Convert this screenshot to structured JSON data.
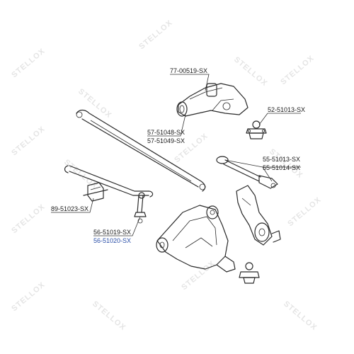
{
  "watermark": "STELLOX",
  "colors": {
    "line": "#2b2b2b",
    "text": "#1a1a1a",
    "link": "#2a4fa8"
  },
  "callouts": {
    "c1": "77-00519-SX",
    "c2": "52-51013-SX",
    "c3": "57-51048-SX",
    "c4": "57-51049-SX",
    "c5": "55-51013-SX",
    "c6": "55-51014-SX",
    "c7": "89-51023-SX",
    "c8": "56-51019-SX",
    "c9": "56-51020-SX"
  }
}
